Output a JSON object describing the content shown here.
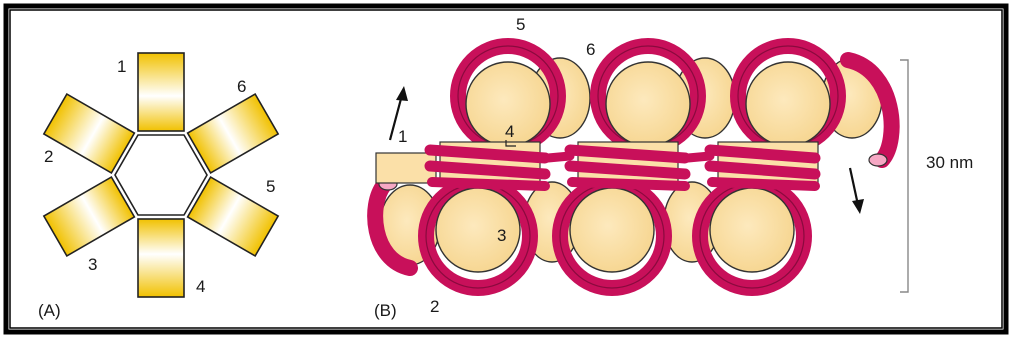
{
  "panel_a": {
    "panel_label": "(A)",
    "labels": [
      "1",
      "2",
      "3",
      "4",
      "5",
      "6"
    ]
  },
  "panel_b": {
    "panel_label": "(B)",
    "labels": [
      "1",
      "2",
      "3",
      "4",
      "5",
      "6"
    ],
    "scale_label": "30 nm"
  },
  "colors": {
    "nucleosome_fill": "#fbe0a8",
    "dna_helix": "#c8105a",
    "dna_helix_dark": "#8a0a3e",
    "block_gradient_edge": "#f1c100",
    "block_gradient_center": "#ffffff",
    "frame": "#000000"
  },
  "icons": [
    "arrow-up-icon",
    "arrow-down-icon",
    "scale-bracket-icon"
  ]
}
